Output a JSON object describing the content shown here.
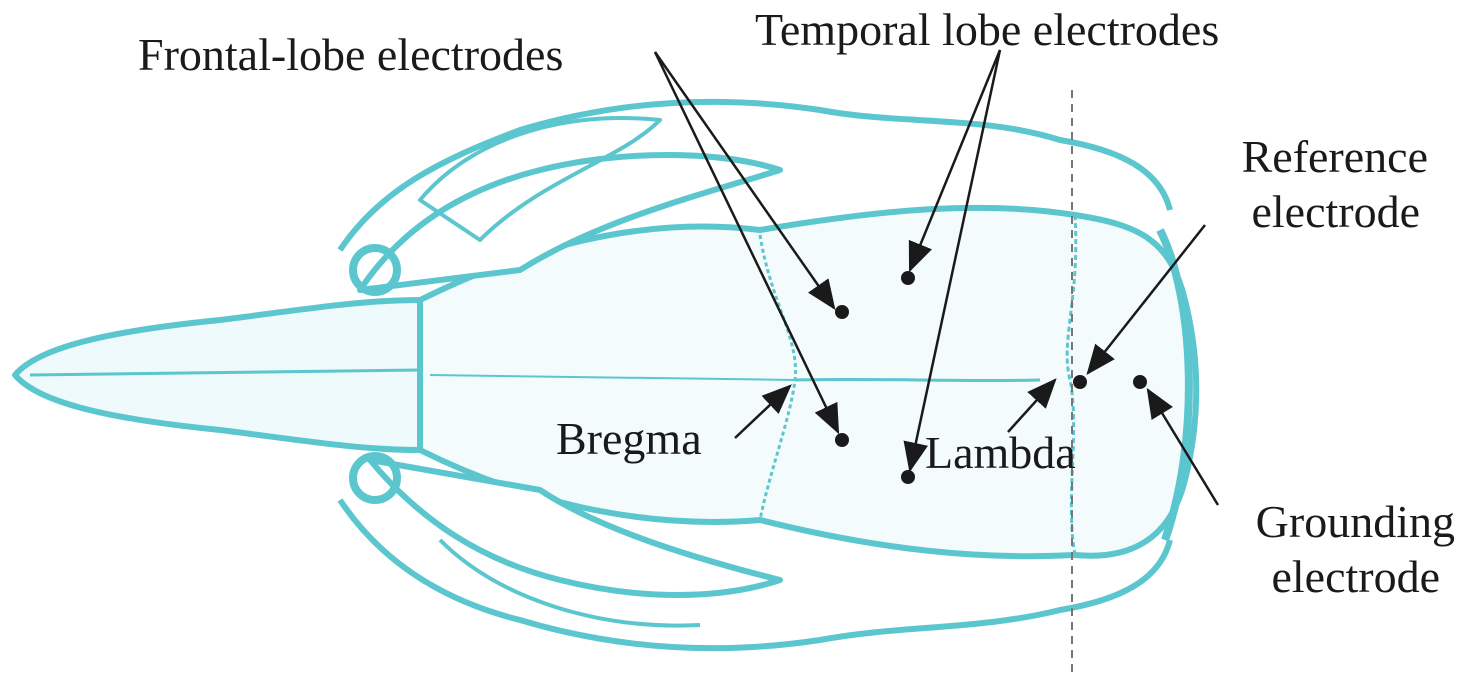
{
  "labels": {
    "frontal": "Frontal-lobe electrodes",
    "temporal": "Temporal lobe electrodes",
    "reference_line1": "Reference",
    "reference_line2": "electrode",
    "bregma": "Bregma",
    "lambda": "Lambda",
    "grounding_line1": "Grounding",
    "grounding_line2": "electrode"
  },
  "colors": {
    "skull": "#5cc6cf",
    "ink": "#1a1a1a",
    "dashed_line": "#777777"
  }
}
